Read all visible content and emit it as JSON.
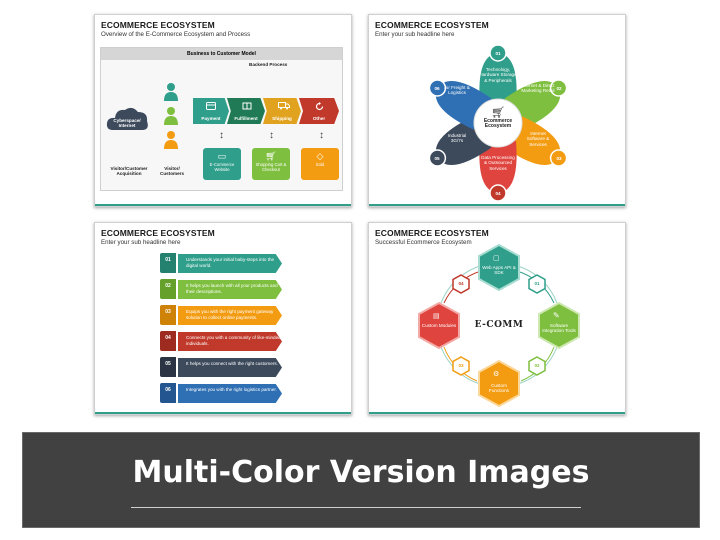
{
  "slides": [
    {
      "title": "ECOMMERCE ECOSYSTEM",
      "subtitle": "Overview of the E-Commerce Ecosystem and Process",
      "model_title": "Business to Customer Model",
      "backend_label": "Backend Process",
      "cloud_label": "Cyberspace/ Internet",
      "acquisition_label": "Visitor/Customer Acquisition",
      "visitors_label": "Visitor/ Customers",
      "process_steps": [
        {
          "label": "Payment",
          "color": "#2f9e8a",
          "icon": "card-icon"
        },
        {
          "label": "Fulfillment",
          "color": "#1f7a55",
          "icon": "box-icon"
        },
        {
          "label": "Shipping",
          "color": "#e0a21f",
          "icon": "truck-icon"
        },
        {
          "label": "Other",
          "color": "#c0392b",
          "icon": "refresh-icon"
        }
      ],
      "tiles": [
        {
          "label": "E-Commerce Website",
          "color": "#2f9e8a",
          "icon": "monitor-icon"
        },
        {
          "label": "Shopping Cart & Checkout",
          "color": "#7fbf3f",
          "icon": "cart-icon"
        },
        {
          "label": "Sold",
          "color": "#f39c12",
          "icon": "tag-icon"
        }
      ],
      "person_colors": [
        "#2f9e8a",
        "#7fbf3f",
        "#f39c12"
      ]
    },
    {
      "title": "ECOMMERCE ECOSYSTEM",
      "subtitle": "Enter your sub headline here",
      "center_label": "Ecommerce Ecosystem",
      "petals": [
        {
          "num": "01",
          "label": "Technology, Hardware Storage & Peripherals",
          "color": "#2f9e8a"
        },
        {
          "num": "02",
          "label": "Internet & Direct Marketing Retail",
          "color": "#7fbf3f"
        },
        {
          "num": "03",
          "label": "Internet Software & Services",
          "color": "#f39c12"
        },
        {
          "num": "04",
          "label": "Data Processing & Outsourced Services",
          "color": "#e0443e"
        },
        {
          "num": "05",
          "label": "Industrial 3G/7s",
          "color": "#3d4a5c"
        },
        {
          "num": "06",
          "label": "Air Freight & Logistics",
          "color": "#2f6fb3"
        }
      ]
    },
    {
      "title": "ECOMMERCE ECOSYSTEM",
      "subtitle": "Enter your sub headline here",
      "rows": [
        {
          "num": "01",
          "text": "Understands your initial baby-steps into the digital world.",
          "color": "#2f9e8a",
          "tab": "#24806f"
        },
        {
          "num": "02",
          "text": "It helps you launch with all your products and their descriptions.",
          "color": "#7fbf3f",
          "tab": "#64a02a"
        },
        {
          "num": "03",
          "text": "Equips you with the right payment gateway solution to collect online payments.",
          "color": "#f39c12",
          "tab": "#cf8208"
        },
        {
          "num": "04",
          "text": "Connects you with a community of like-minded individuals.",
          "color": "#c0392b",
          "tab": "#9e2b20"
        },
        {
          "num": "05",
          "text": "It helps you connect with the right customers.",
          "color": "#3d4a5c",
          "tab": "#2a3442"
        },
        {
          "num": "06",
          "text": "Integrates you with the right logistics partner.",
          "color": "#2f6fb3",
          "tab": "#235590"
        }
      ]
    },
    {
      "title": "ECOMMERCE ECOSYSTEM",
      "subtitle": "Successful Ecommerce Ecosystem",
      "center_label": "E-COMM",
      "nodes": [
        {
          "label": "Web Apps API & SDK",
          "color": "#2f9e8a",
          "icon": "code-icon"
        },
        {
          "label": "Software Integration Tools",
          "color": "#7fbf3f",
          "icon": "wrench-icon"
        },
        {
          "label": "Custom Functions",
          "color": "#f39c12",
          "icon": "gear-icon"
        },
        {
          "label": "Custom Modules",
          "color": "#e0443e",
          "icon": "modules-icon"
        }
      ],
      "small_nodes": [
        {
          "num": "01",
          "color": "#2f9e8a"
        },
        {
          "num": "02",
          "color": "#7fbf3f"
        },
        {
          "num": "03",
          "color": "#f39c12"
        },
        {
          "num": "04",
          "color": "#c0392b"
        }
      ]
    }
  ],
  "banner": {
    "title": "Multi-Color Version Images"
  }
}
